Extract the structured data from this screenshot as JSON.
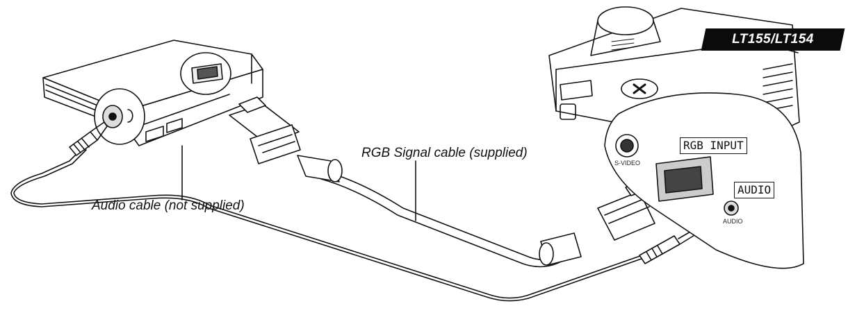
{
  "model": "LT155/LT154",
  "labels": {
    "rgb_cable": "RGB Signal cable (supplied)",
    "audio_cable": "Audio cable (not supplied)",
    "rgb_input": "RGB INPUT",
    "audio_port": "AUDIO",
    "svideo_port": "S-VIDEO",
    "audio_small": "AUDIO"
  }
}
